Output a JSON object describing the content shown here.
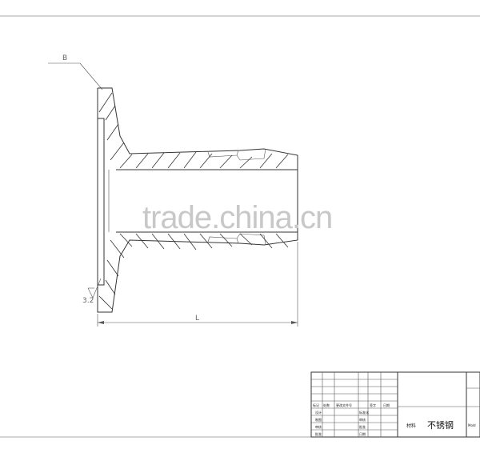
{
  "drawing": {
    "leader_label": "B",
    "dimension_label": "L",
    "roughness_label": "3.2"
  },
  "watermark": "trade.china.cn",
  "title_block": {
    "row_labels": [
      "标记",
      "处数",
      "更改文件号",
      "签字",
      "日期"
    ],
    "people": [
      "设计",
      "制图",
      "审核",
      "批准"
    ],
    "sign_labels": [
      "标准化",
      "审核",
      "批准",
      "日期"
    ],
    "material_label": "材料",
    "material_value": "不锈钢",
    "partial_text": "Mold"
  }
}
